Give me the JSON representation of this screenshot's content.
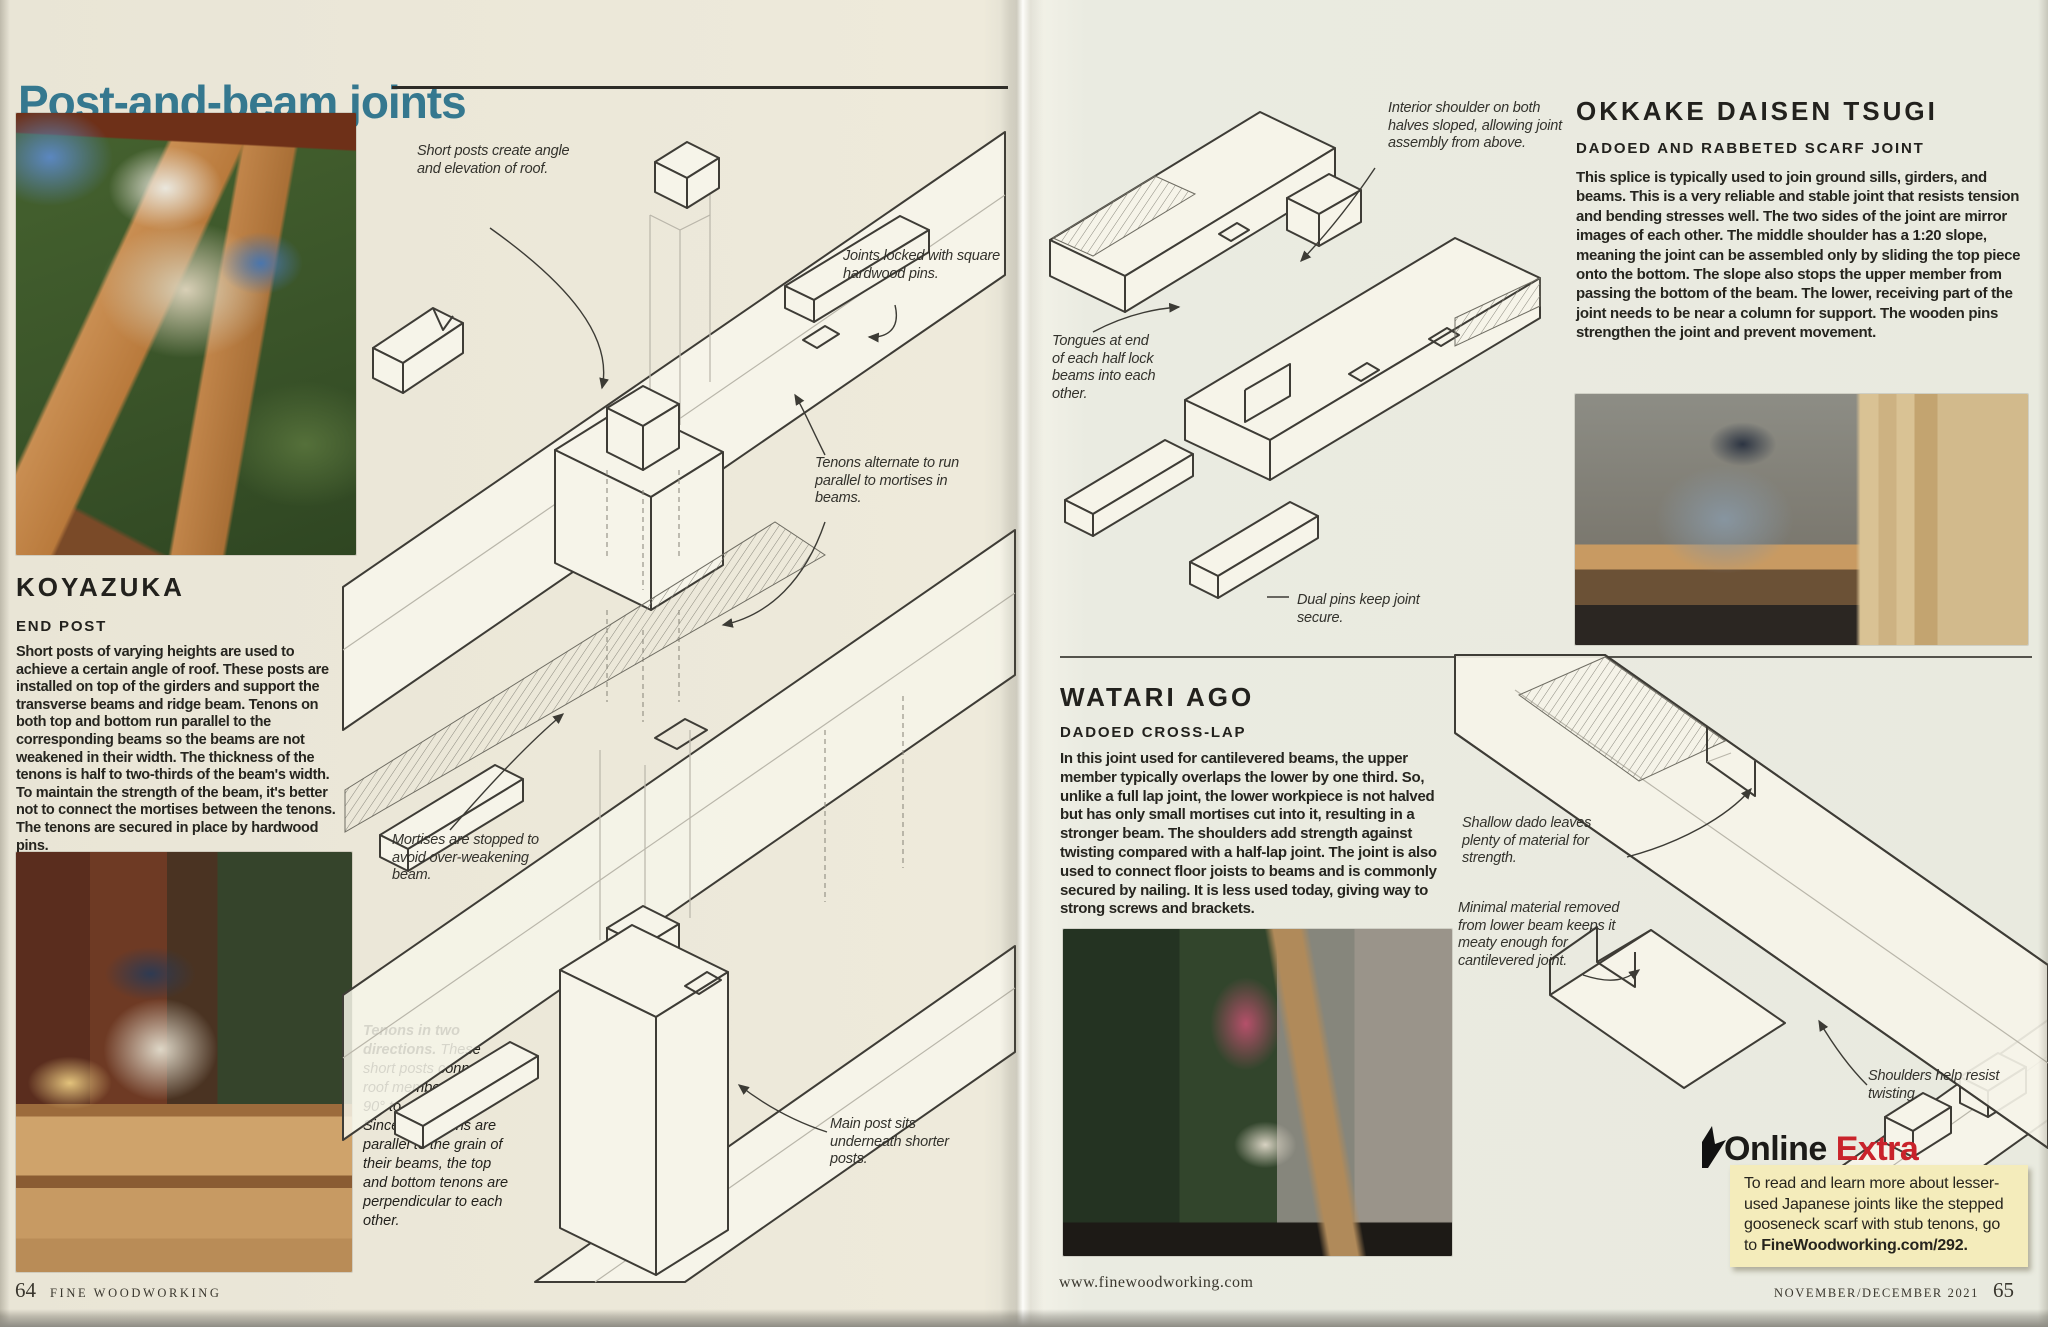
{
  "title": "Post-and-beam joints",
  "koyazuka": {
    "section_title": "KOYAZUKA",
    "section_sub": "END POST",
    "body": "Short posts of varying heights are used to achieve a certain angle of roof. These posts are installed on top of the girders and support the transverse beams and ridge beam. Tenons on both top and bottom run parallel to the corresponding beams so the beams are not weakened in their width. The thickness of the tenons is half to two-thirds of the beam's width. To maintain the strength of the beam, it's better not to connect the mortises between the tenons. The tenons are secured in place by hardwood pins.",
    "caption_lead": "Tenons in two directions.",
    "caption_body": " These short posts connect roof members that run 90° to each other. Since the tenons are parallel to the grain of their beams, the top and bottom tenons are perpendicular to each other."
  },
  "diagram1": {
    "annotations": {
      "a1": "Short posts create angle and elevation of roof.",
      "a2": "Joints locked with square hardwood pins.",
      "a3": "Tenons alternate to run parallel to mortises in beams.",
      "a4": "Mortises are stopped to avoid over-weakening beam.",
      "a5": "Main post sits underneath shorter posts."
    }
  },
  "okkake": {
    "section_title": "OKKAKE DAISEN TSUGI",
    "section_sub": "DADOED AND RABBETED SCARF JOINT",
    "body": "This splice is typically used to join ground sills, girders, and beams. This is a very reliable and stable joint that resists tension and bending stresses well. The two sides of the joint are mirror images of each other. The middle shoulder has a 1:20 slope, meaning the joint can be assembled only by sliding the top piece onto the bottom. The slope also stops the upper member from passing the bottom of the beam. The lower, receiving part of the joint needs to be near a column for support. The wooden pins strengthen the joint and prevent movement.",
    "annotations": {
      "a1": "Interior shoulder on both halves sloped, allowing joint assembly from above.",
      "a2": "Tongues at end of each half lock beams into each other.",
      "a3": "Dual pins keep joint secure."
    }
  },
  "watari": {
    "section_title": "WATARI AGO",
    "section_sub": "DADOED CROSS-LAP",
    "body": "In this joint used for cantilevered beams, the upper member typically overlaps the lower by one third. So, unlike a full lap joint, the lower workpiece is not halved but has only small mortises cut into it, resulting in a stronger beam. The shoulders add strength against twisting compared with a half-lap joint. The joint is also used to connect floor joists to beams and is commonly secured by nailing. It is less used today, giving way to strong screws and brackets.",
    "annotations": {
      "a1": "Shallow dado leaves plenty of material for strength.",
      "a2": "Minimal material removed from lower beam keeps it meaty enough for cantilevered joint.",
      "a3": "Shoulders help resist twisting."
    }
  },
  "online_extra": {
    "label_black": "Online",
    "label_red": "Extra",
    "body": "To read and learn more about lesser-used Japanese joints like the stepped gooseneck scarf with stub tenons, go to ",
    "body_bold": "FineWoodworking.com/292."
  },
  "footer": {
    "left_page": "64",
    "left_label": "FINE WOODWORKING",
    "center": "www.finewoodworking.com",
    "right_label": "NOVEMBER/DECEMBER 2021",
    "right_page": "65"
  },
  "colors": {
    "accent_teal": "#35788F",
    "extra_red": "#C9232B",
    "note_yellow": "#F4ECBB"
  }
}
